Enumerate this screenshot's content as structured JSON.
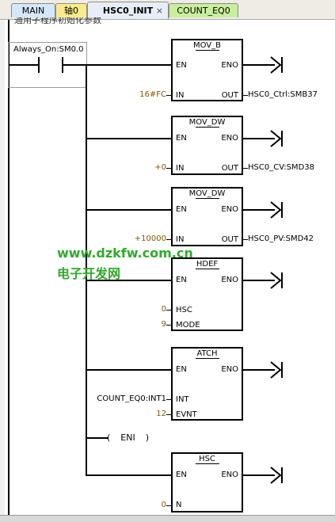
{
  "tabs": [
    {
      "label": "MAIN"
    },
    {
      "label": "轴0"
    },
    {
      "label": "HSC0_INIT",
      "close": "×"
    },
    {
      "label": "COUNT_EQ0"
    }
  ],
  "comment": "通用子程序初始化参数",
  "contact": {
    "label": "Always_On:SM0.0"
  },
  "blocks": [
    {
      "title": "MOV_B",
      "en": "EN",
      "eno": "ENO",
      "in_pin": "IN",
      "out_pin": "OUT",
      "in_val": "16#FC",
      "out_val": "HSC0_Ctrl:SMB37"
    },
    {
      "title": "MOV_DW",
      "en": "EN",
      "eno": "ENO",
      "in_pin": "IN",
      "out_pin": "OUT",
      "in_val": "+0",
      "out_val": "HSC0_CV:SMD38"
    },
    {
      "title": "MOV_DW",
      "en": "EN",
      "eno": "ENO",
      "in_pin": "IN",
      "out_pin": "OUT",
      "in_val": "+10000",
      "out_val": "HSC0_PV:SMD42"
    },
    {
      "title": "HDEF",
      "en": "EN",
      "eno": "ENO",
      "hsc_pin": "HSC",
      "mode_pin": "MODE",
      "hsc_val": "0",
      "mode_val": "9"
    },
    {
      "title": "ATCH",
      "en": "EN",
      "eno": "ENO",
      "int_pin": "INT",
      "evnt_pin": "EVNT",
      "int_val": "COUNT_EQ0:INT1",
      "evnt_val": "12"
    },
    {
      "title": "HSC",
      "en": "EN",
      "eno": "ENO",
      "n_pin": "N",
      "n_val": "0"
    }
  ],
  "eni": {
    "label": "ENI"
  },
  "watermark": {
    "line1": "www.dzkfw.com.cn",
    "line2": "电子开发网"
  }
}
